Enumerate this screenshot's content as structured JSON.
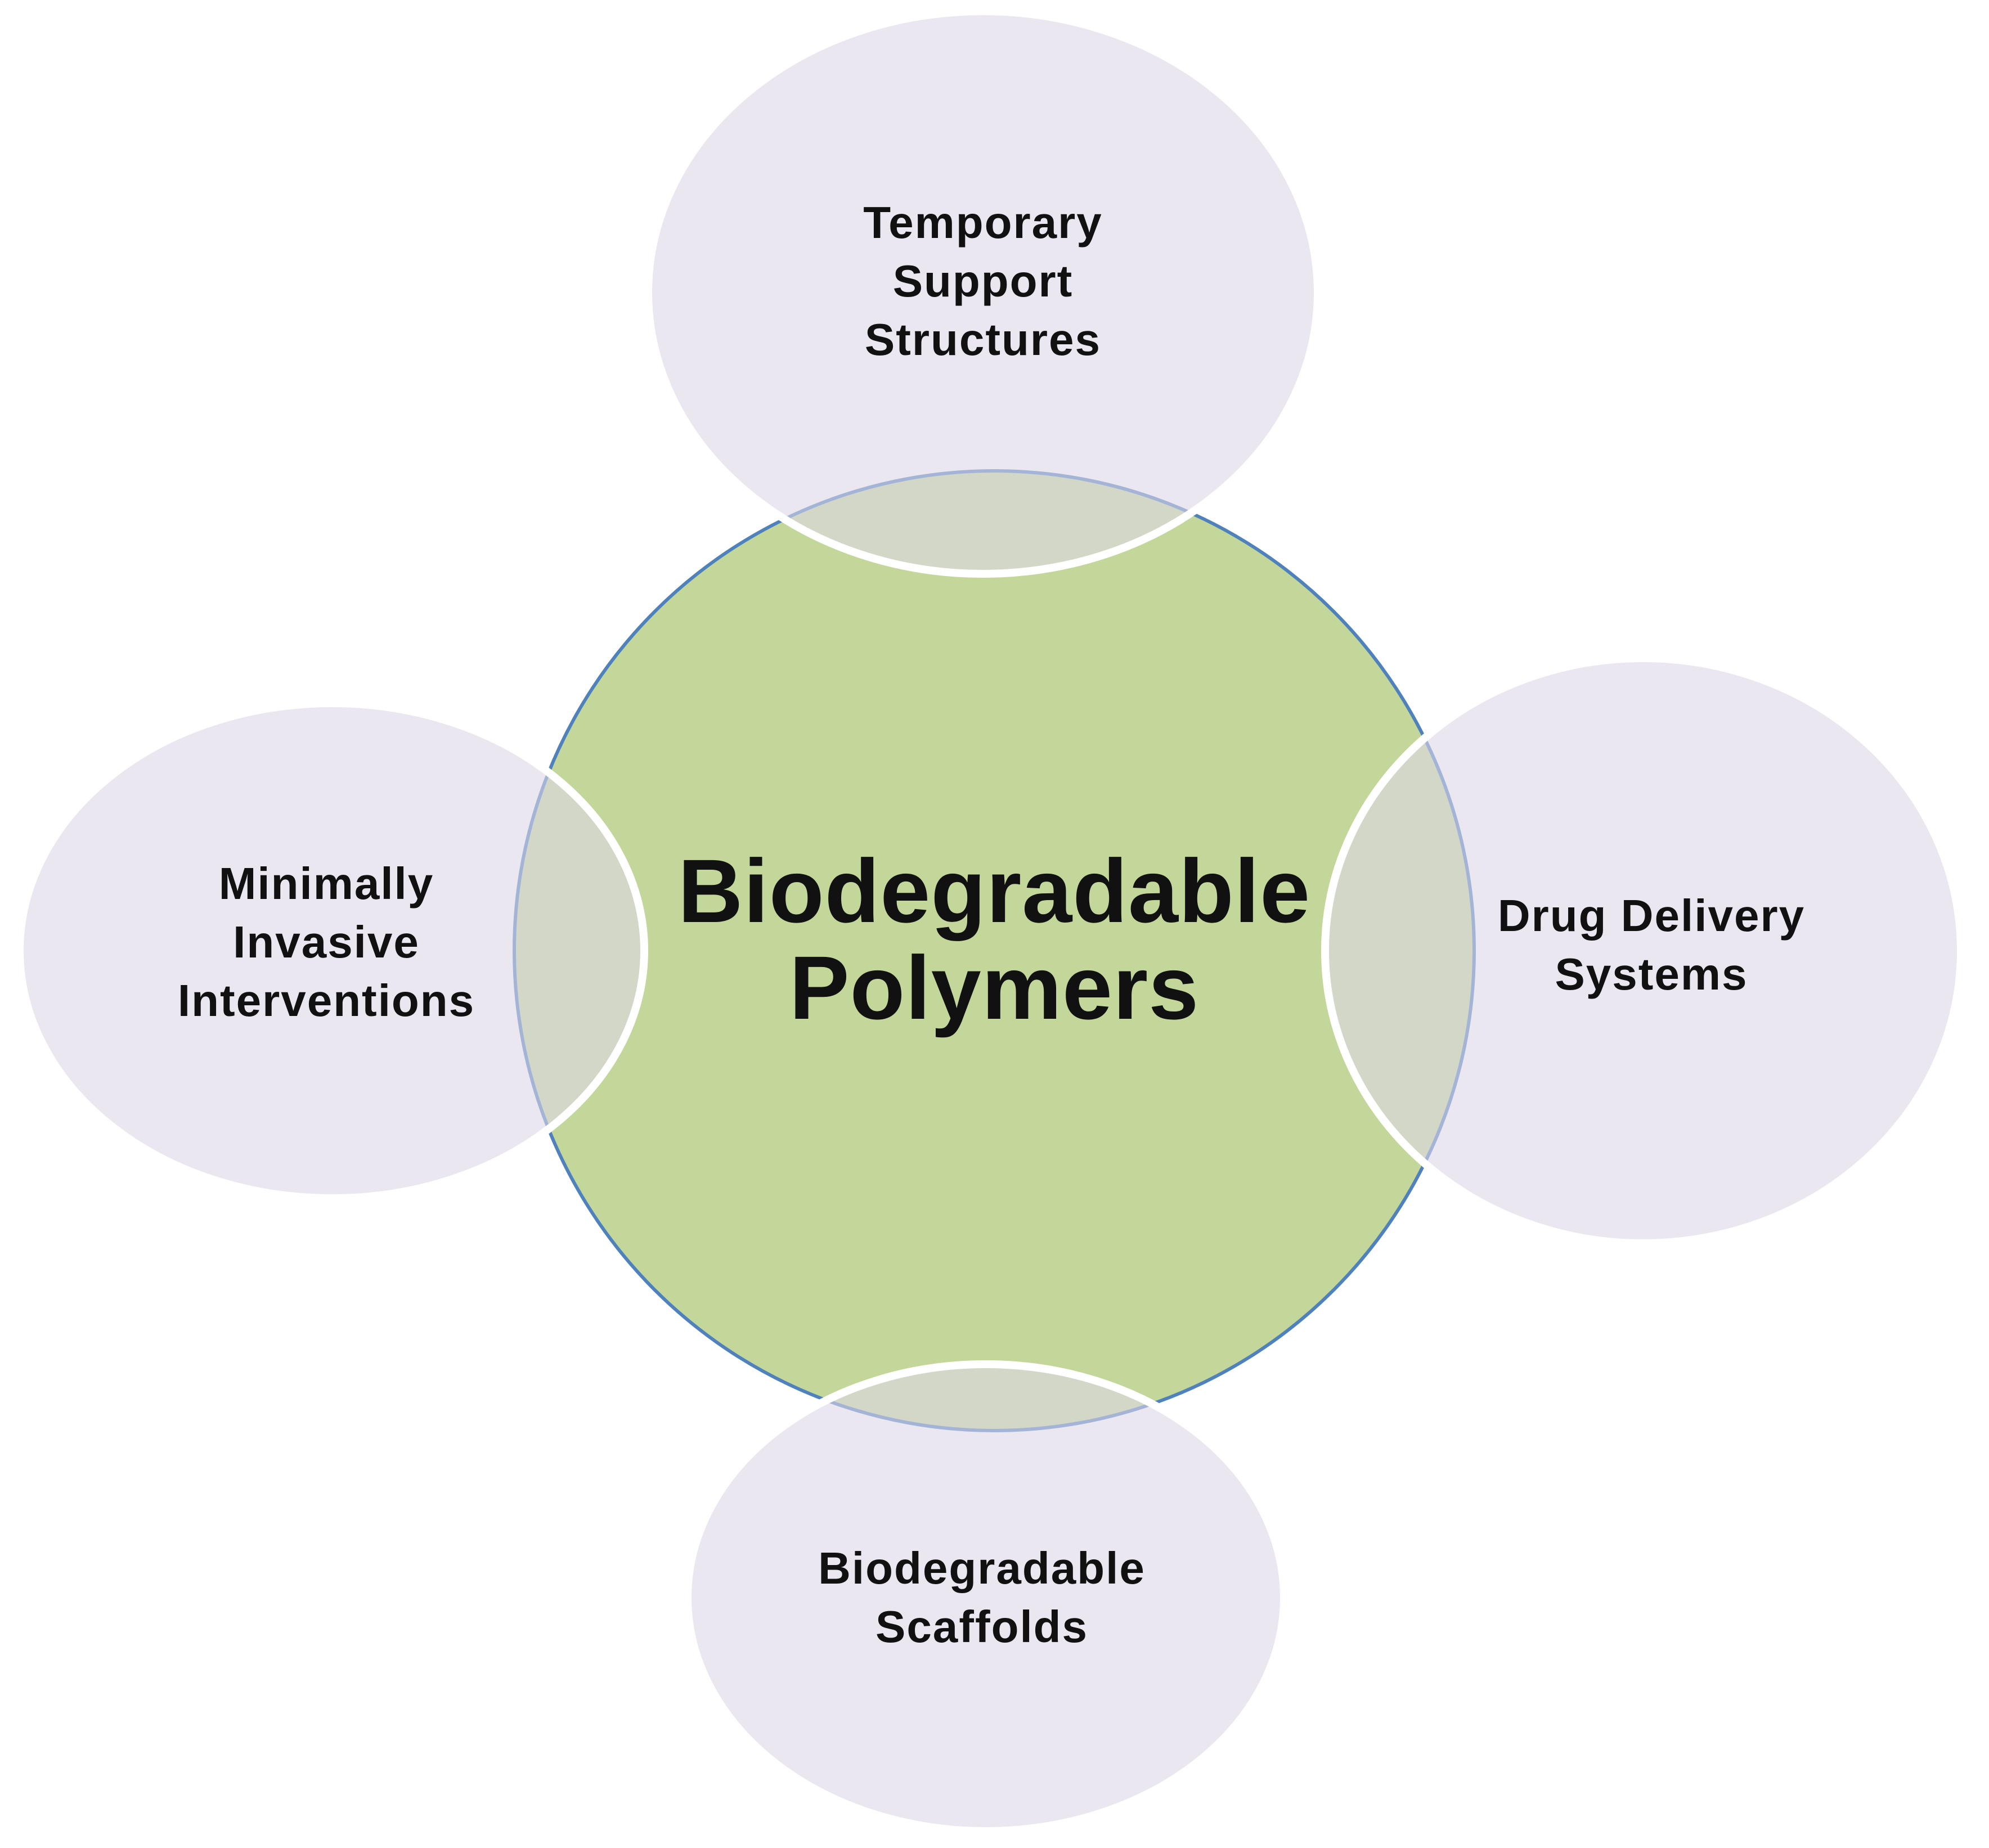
{
  "center": {
    "title": "Biodegradable\nPolymers"
  },
  "satellites": [
    {
      "key": "top",
      "label": "Temporary\nSupport\nStructures"
    },
    {
      "key": "left",
      "label": "Minimally\nInvasive\nInterventions"
    },
    {
      "key": "right",
      "label": "Drug Delivery\nSystems"
    },
    {
      "key": "bottom",
      "label": "Biodegradable\nScaffolds"
    }
  ],
  "colors": {
    "center_fill": "#c4d79b",
    "center_stroke": "#4f81bd",
    "satellite_fill": "#dcd7e6",
    "satellite_stroke": "#ffffff",
    "text": "#111111",
    "background": "#ffffff"
  }
}
